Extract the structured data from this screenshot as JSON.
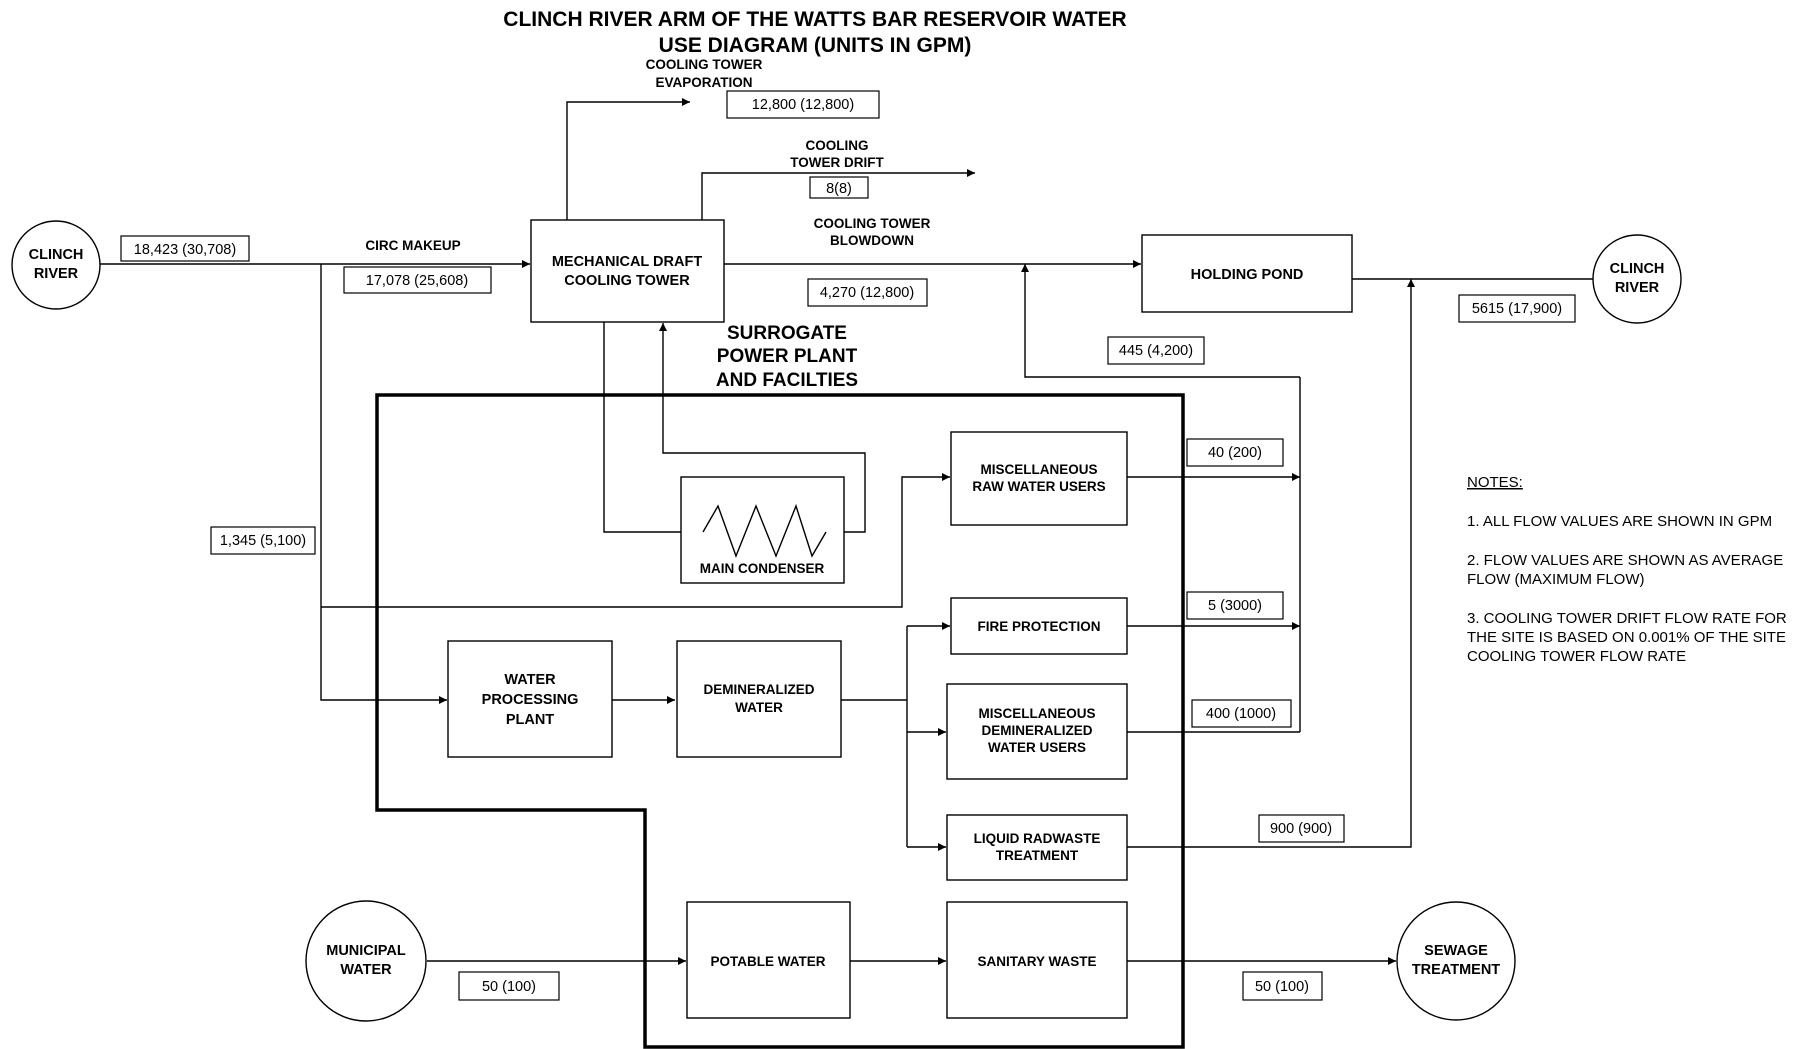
{
  "title": {
    "line1": "CLINCH RIVER ARM OF THE WATTS BAR RESERVOIR WATER",
    "line2": "USE DIAGRAM (UNITS IN GPM)"
  },
  "nodes": {
    "clinch_river_in": [
      "CLINCH",
      "RIVER"
    ],
    "clinch_river_out": [
      "CLINCH",
      "RIVER"
    ],
    "municipal_water": [
      "MUNICIPAL",
      "WATER"
    ],
    "sewage_treatment": [
      "SEWAGE",
      "TREATMENT"
    ],
    "cooling_tower": [
      "MECHANICAL DRAFT",
      "COOLING TOWER"
    ],
    "holding_pond": [
      "HOLDING POND"
    ],
    "main_condenser": [
      "MAIN CONDENSER"
    ],
    "misc_raw_water": [
      "MISCELLANEOUS",
      "RAW WATER USERS"
    ],
    "fire_protection": [
      "FIRE PROTECTION"
    ],
    "water_processing": [
      "WATER",
      "PROCESSING",
      "PLANT"
    ],
    "demineralized_water": [
      "DEMINERALIZED",
      "WATER"
    ],
    "misc_demin_users": [
      "MISCELLANEOUS",
      "DEMINERALIZED",
      "WATER USERS"
    ],
    "liquid_radwaste": [
      "LIQUID RADWASTE",
      "TREATMENT"
    ],
    "potable_water": [
      "POTABLE WATER"
    ],
    "sanitary_waste": [
      "SANITARY WASTE"
    ]
  },
  "labels": {
    "circ_makeup": "CIRC MAKEUP",
    "evaporation": [
      "COOLING TOWER",
      "EVAPORATION"
    ],
    "drift": [
      "COOLING",
      "TOWER DRIFT"
    ],
    "blowdown": [
      "COOLING TOWER",
      "BLOWDOWN"
    ],
    "surrogate": [
      "SURROGATE",
      "POWER PLANT",
      "AND FACILTIES"
    ]
  },
  "flows": {
    "river_intake": "18,423 (30,708)",
    "circ_makeup": "17,078 (25,608)",
    "evaporation": "12,800 (12,800)",
    "drift": "8(8)",
    "blowdown": "4,270 (12,800)",
    "to_clinch_river": "5615 (17,900)",
    "to_holding_pond": "445 (4,200)",
    "misc_raw": "40 (200)",
    "plant_branch": "1,345 (5,100)",
    "fire_protection": "5 (3000)",
    "misc_demin": "400 (1000)",
    "radwaste": "900 (900)",
    "municipal": "50 (100)",
    "sewage": "50 (100)"
  },
  "notes": {
    "heading": "NOTES:",
    "note1": "1. ALL FLOW VALUES ARE SHOWN IN GPM",
    "note2": [
      "2. FLOW VALUES ARE SHOWN AS AVERAGE",
      "FLOW (MAXIMUM FLOW)"
    ],
    "note3": [
      "3. COOLING TOWER DRIFT FLOW RATE FOR",
      "THE SITE IS BASED ON 0.001% OF THE SITE",
      "COOLING TOWER FLOW RATE"
    ]
  }
}
